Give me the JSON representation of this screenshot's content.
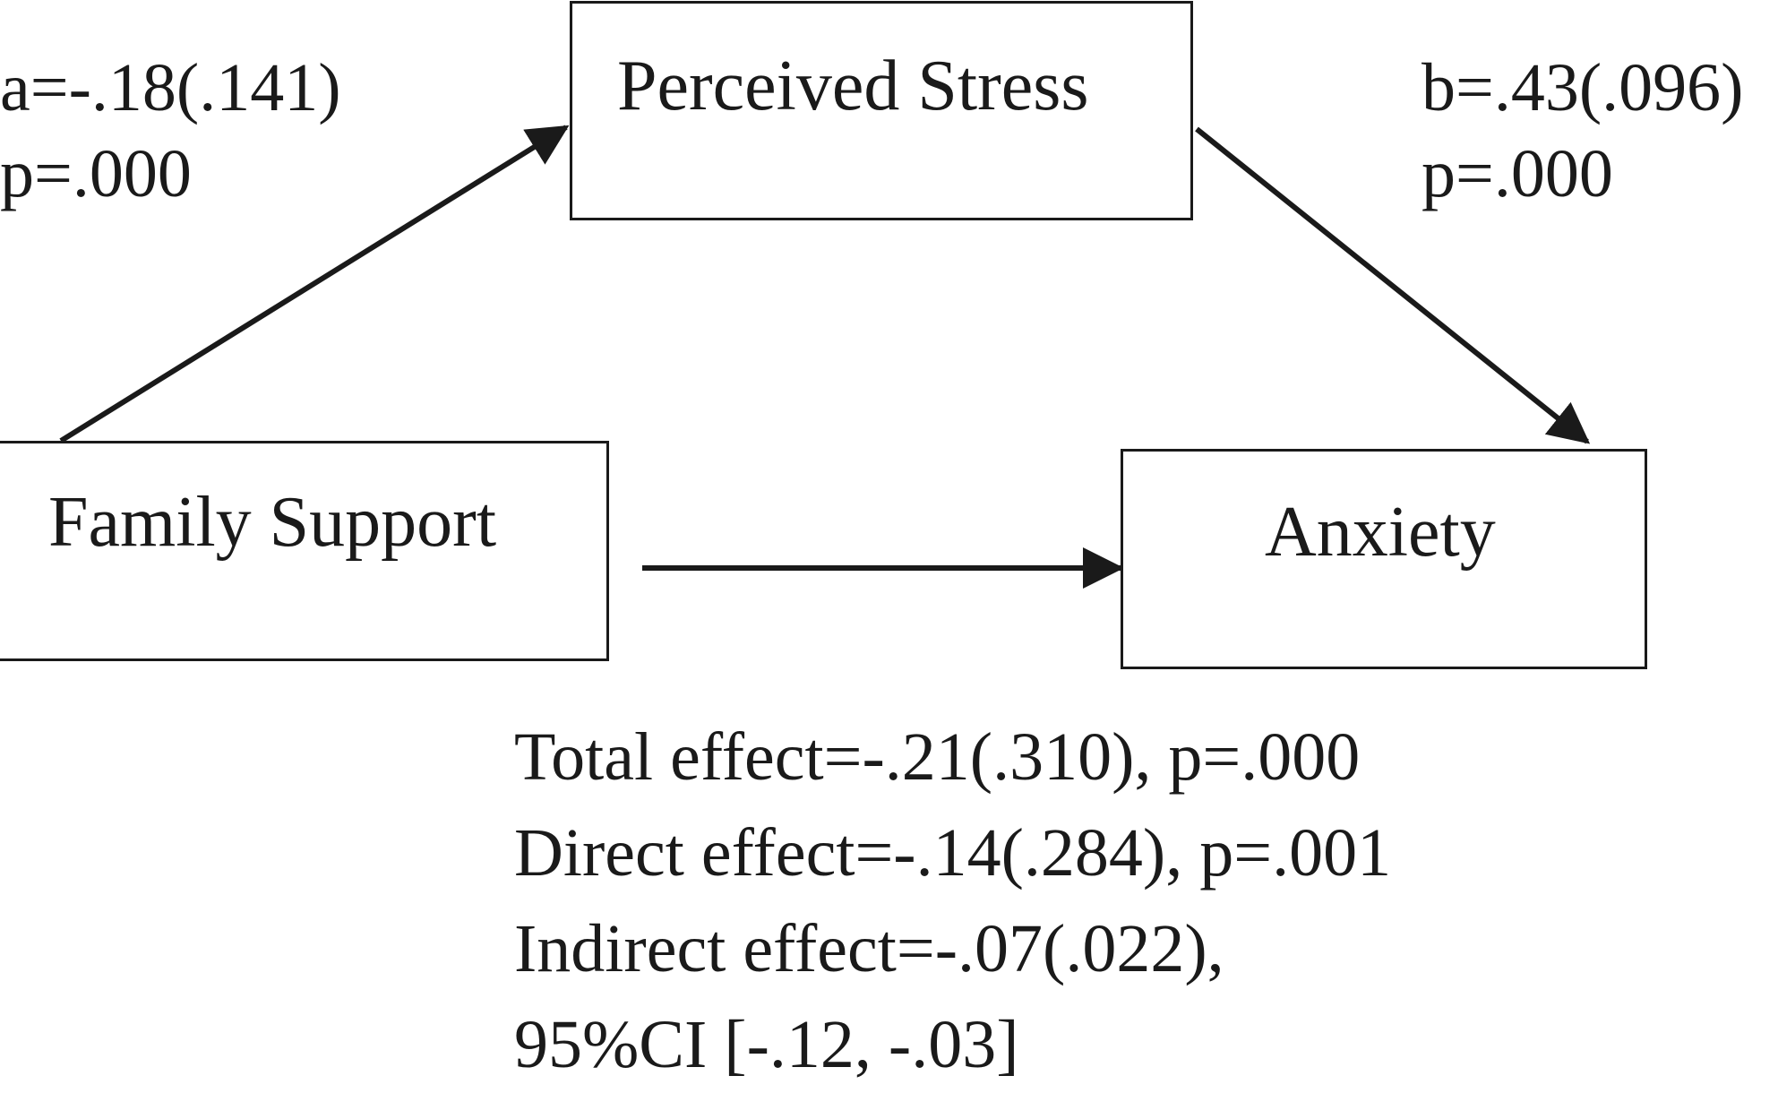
{
  "nodes": {
    "mediator": {
      "label": "Perceived Stress"
    },
    "predictor": {
      "label": "Family Support"
    },
    "outcome": {
      "label": "Anxiety"
    }
  },
  "paths": {
    "a": {
      "coef": "a=-.18(.141)",
      "p": "p=.000"
    },
    "b": {
      "coef": "b=.43(.096)",
      "p": "p=.000"
    }
  },
  "effects": {
    "total": "Total effect=-.21(.310), p=.000",
    "direct": "Direct effect=-.14(.284), p=.001",
    "indirect": "Indirect effect=-.07(.022),",
    "ci": "95%CI [-.12, -.03]"
  },
  "colors": {
    "stroke": "#1a1a1a",
    "background": "#ffffff"
  }
}
